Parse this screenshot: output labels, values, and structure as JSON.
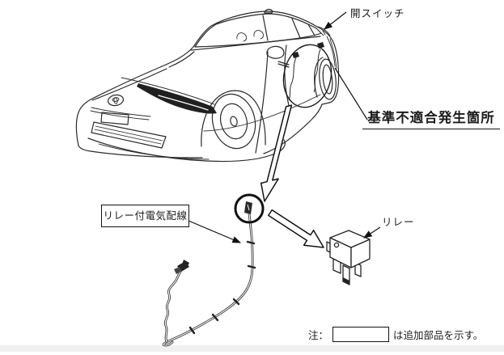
{
  "colors": {
    "ink": "#1c1c1c",
    "background": "#ffffff"
  },
  "labels": {
    "open_switch": "開スイッチ",
    "nonconformity_location": "基準不適合発生箇所",
    "wiring_with_relay": "リレー付電気配線",
    "relay": "リレー"
  },
  "note": {
    "prefix": "注：",
    "suffix": "は追加部品を示す。"
  },
  "illustrations": {
    "vehicle": "car-line-drawing",
    "highlight_oval": "door-area-oval",
    "connector_circle": "circled-connector",
    "harness": "wiring-harness-with-relay",
    "relay_part": "relay-component"
  }
}
